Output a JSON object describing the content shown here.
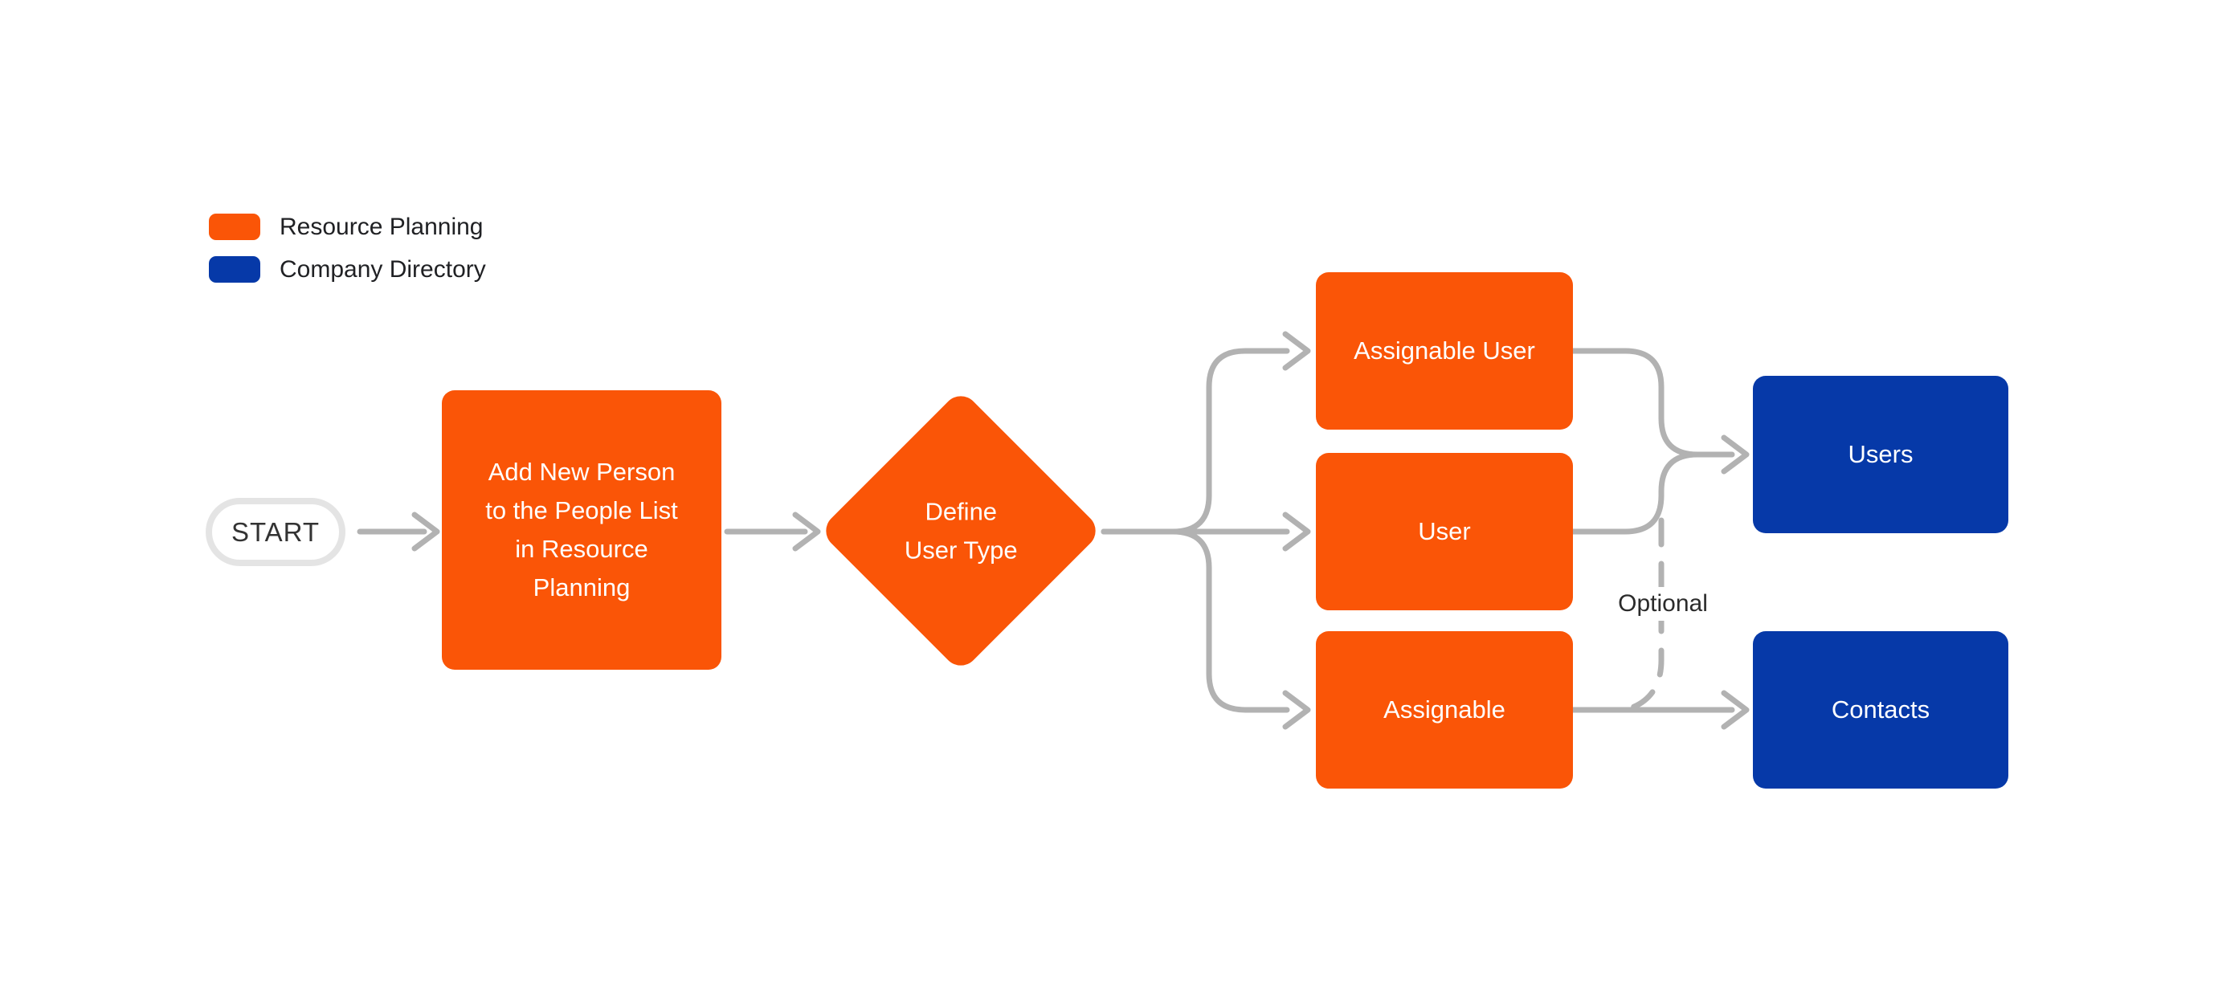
{
  "colors": {
    "resource_planning_orange": "#FA5507",
    "company_directory_blue": "#0639A8",
    "connector_gray": "#B2B2B2",
    "start_border_gray": "#E4E4E4",
    "dark_text": "#202124"
  },
  "legend": {
    "items": [
      {
        "label": "Resource Planning",
        "color": "#FA5507"
      },
      {
        "label": "Company Directory",
        "color": "#0639A8"
      }
    ]
  },
  "nodes": {
    "start": {
      "label": "START",
      "type": "terminator"
    },
    "add_person": {
      "label": "Add New Person to the People List in Resource Planning",
      "lines": [
        "Add New Person",
        "to the People List",
        "in Resource",
        "Planning"
      ],
      "type": "process",
      "group": "Resource Planning"
    },
    "define_user_type": {
      "label": "Define User Type",
      "lines": [
        "Define",
        "User Type"
      ],
      "type": "decision",
      "group": "Resource Planning"
    },
    "assignable_user": {
      "label": "Assignable User",
      "type": "process",
      "group": "Resource Planning"
    },
    "user": {
      "label": "User",
      "type": "process",
      "group": "Resource Planning"
    },
    "assignable": {
      "label": "Assignable",
      "type": "process",
      "group": "Resource Planning"
    },
    "users": {
      "label": "Users",
      "type": "process",
      "group": "Company Directory"
    },
    "contacts": {
      "label": "Contacts",
      "type": "process",
      "group": "Company Directory"
    }
  },
  "edges": [
    {
      "from": "start",
      "to": "add_person",
      "style": "solid"
    },
    {
      "from": "add_person",
      "to": "define_user_type",
      "style": "solid"
    },
    {
      "from": "define_user_type",
      "to": "assignable_user",
      "style": "solid"
    },
    {
      "from": "define_user_type",
      "to": "user",
      "style": "solid"
    },
    {
      "from": "define_user_type",
      "to": "assignable",
      "style": "solid"
    },
    {
      "from": "assignable_user",
      "to": "users",
      "style": "solid"
    },
    {
      "from": "user",
      "to": "users",
      "style": "solid"
    },
    {
      "from": "assignable",
      "to": "contacts",
      "style": "solid"
    },
    {
      "from": "user",
      "to": "contacts",
      "style": "dashed",
      "label": "Optional"
    }
  ],
  "annotations": {
    "optional_label": "Optional"
  }
}
